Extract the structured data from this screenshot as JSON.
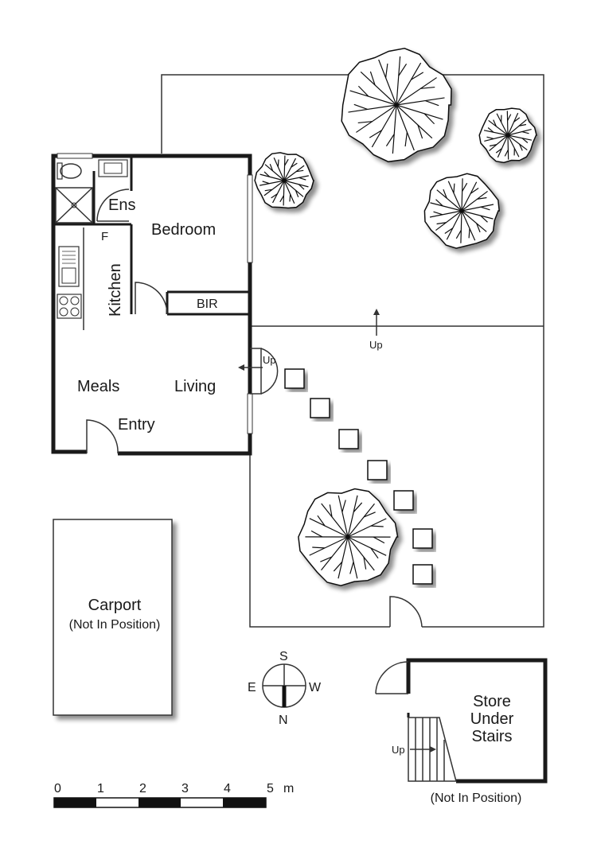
{
  "rooms": {
    "ens": "Ens",
    "bedroom": "Bedroom",
    "fridge": "F",
    "kitchen": "Kitchen",
    "bir": "BIR",
    "meals": "Meals",
    "living": "Living",
    "entry": "Entry"
  },
  "markers": {
    "up_yard": "Up",
    "up_living": "Up",
    "up_store": "Up"
  },
  "carport": {
    "title": "Carport",
    "note": "(Not In Position)"
  },
  "store": {
    "line1": "Store",
    "line2": "Under",
    "line3": "Stairs",
    "note": "(Not In Position)"
  },
  "compass": {
    "top": "S",
    "left": "E",
    "right": "W",
    "bottom": "N"
  },
  "scale": {
    "labels": [
      "0",
      "1",
      "2",
      "3",
      "4",
      "5"
    ],
    "unit": "m"
  }
}
